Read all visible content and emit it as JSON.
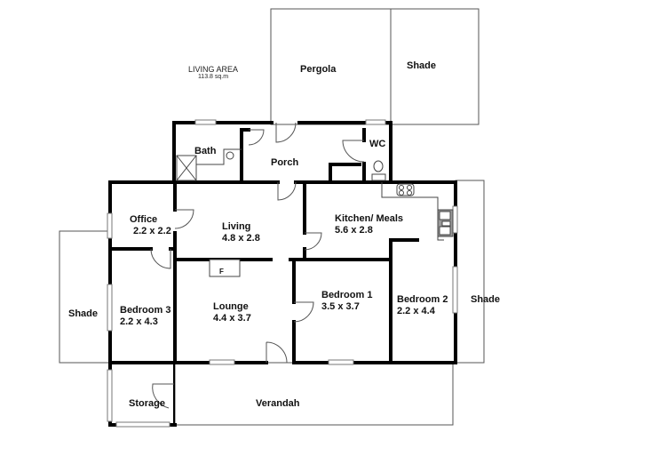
{
  "summary": {
    "title": "LIVING AREA",
    "area": "113.8 sq.m"
  },
  "rooms": {
    "pergola": {
      "name": "Pergola"
    },
    "shade_top": {
      "name": "Shade"
    },
    "bath": {
      "name": "Bath"
    },
    "porch": {
      "name": "Porch"
    },
    "wc": {
      "name": "WC"
    },
    "office": {
      "name": "Office",
      "dims": "2.2 x 2.2"
    },
    "living": {
      "name": "Living",
      "dims": "4.8 x 2.8"
    },
    "kitchen": {
      "name": "Kitchen/ Meals",
      "dims": "5.6 x 2.8"
    },
    "bedroom3": {
      "name": "Bedroom 3",
      "dims": "2.2 x 4.3"
    },
    "lounge": {
      "name": "Lounge",
      "dims": "4.4 x 3.7"
    },
    "fireplace": {
      "name": "F"
    },
    "bedroom1": {
      "name": "Bedroom 1",
      "dims": "3.5 x 3.7"
    },
    "bedroom2": {
      "name": "Bedroom 2",
      "dims": "2.2 x 4.4"
    },
    "shade_left": {
      "name": "Shade"
    },
    "shade_right": {
      "name": "Shade"
    },
    "storage": {
      "name": "Storage"
    },
    "verandah": {
      "name": "Verandah"
    }
  },
  "colors": {
    "wall": "#000000",
    "thin": "#555555",
    "window": "#888888",
    "background": "#ffffff"
  }
}
